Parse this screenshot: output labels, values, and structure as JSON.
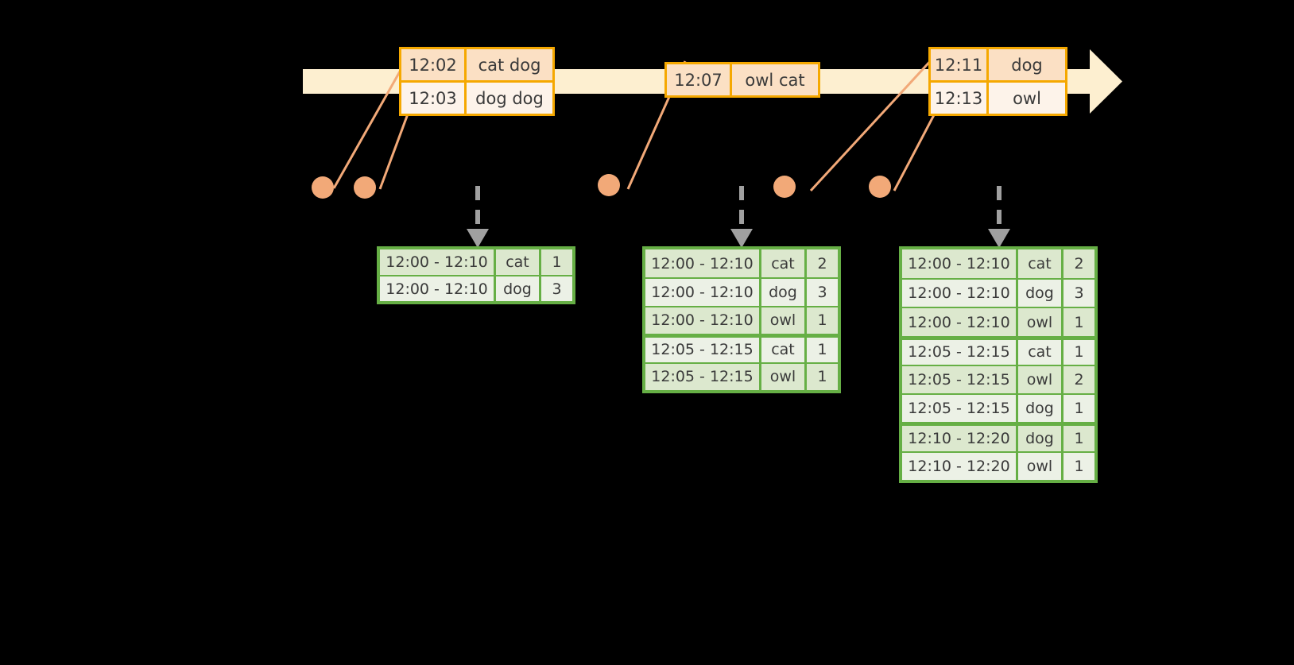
{
  "timeline": {
    "bar_color": "#FDEFD0",
    "arrow_color": "#FDEFD0",
    "border_color": "#F5A800",
    "events": [
      {
        "id": "event-group-1",
        "rows": [
          {
            "time": "12:02",
            "words": "cat dog"
          },
          {
            "time": "12:03",
            "words": "dog dog"
          }
        ]
      },
      {
        "id": "event-group-2",
        "rows": [
          {
            "time": "12:07",
            "words": "owl cat"
          }
        ]
      },
      {
        "id": "event-group-3",
        "rows": [
          {
            "time": "12:11",
            "words": "dog"
          },
          {
            "time": "12:13",
            "words": "owl"
          }
        ]
      }
    ],
    "marker_color": "#F2A978",
    "connector_color": "#F2A978"
  },
  "results": {
    "arrow_color": "#A0A0A0",
    "border_color": "#66AF45",
    "tables": [
      {
        "id": "result-table-1",
        "rows": [
          {
            "window": "12:00 - 12:10",
            "key": "cat",
            "count": "1",
            "group": 0
          },
          {
            "window": "12:00 - 12:10",
            "key": "dog",
            "count": "3",
            "group": 0
          }
        ]
      },
      {
        "id": "result-table-2",
        "rows": [
          {
            "window": "12:00 - 12:10",
            "key": "cat",
            "count": "2",
            "group": 0
          },
          {
            "window": "12:00 - 12:10",
            "key": "dog",
            "count": "3",
            "group": 0
          },
          {
            "window": "12:00 - 12:10",
            "key": "owl",
            "count": "1",
            "group": 0
          },
          {
            "window": "12:05 - 12:15",
            "key": "cat",
            "count": "1",
            "group": 1
          },
          {
            "window": "12:05 - 12:15",
            "key": "owl",
            "count": "1",
            "group": 1
          }
        ]
      },
      {
        "id": "result-table-3",
        "rows": [
          {
            "window": "12:00 - 12:10",
            "key": "cat",
            "count": "2",
            "group": 0
          },
          {
            "window": "12:00 - 12:10",
            "key": "dog",
            "count": "3",
            "group": 0
          },
          {
            "window": "12:00 - 12:10",
            "key": "owl",
            "count": "1",
            "group": 0
          },
          {
            "window": "12:05 - 12:15",
            "key": "cat",
            "count": "1",
            "group": 1
          },
          {
            "window": "12:05 - 12:15",
            "key": "owl",
            "count": "2",
            "group": 1
          },
          {
            "window": "12:05 - 12:15",
            "key": "dog",
            "count": "1",
            "group": 1
          },
          {
            "window": "12:10 - 12:20",
            "key": "dog",
            "count": "1",
            "group": 2
          },
          {
            "window": "12:10 - 12:20",
            "key": "owl",
            "count": "1",
            "group": 2
          }
        ]
      }
    ]
  }
}
